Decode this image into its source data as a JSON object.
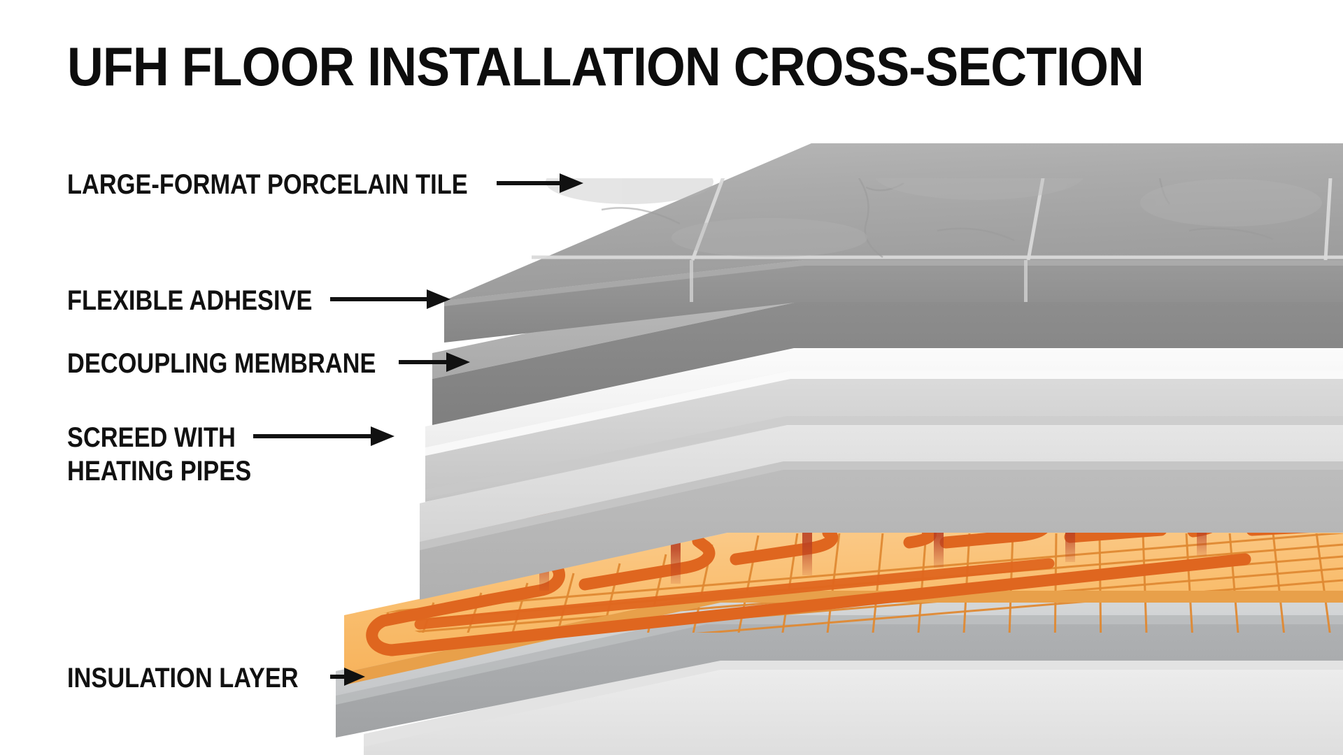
{
  "page": {
    "title": "UFH FLOOR INSTALLATION CROSS-SECTION",
    "background_color": "#ffffff",
    "text_color": "#111111"
  },
  "labels": [
    {
      "id": "tile",
      "line1": "LARGE-FORMAT PORCELAIN TILE",
      "line2": "",
      "arrow": "right-arrow-icon"
    },
    {
      "id": "adhesive",
      "line1": "FLEXIBLE ADHESIVE",
      "line2": "",
      "arrow": "right-arrow-icon"
    },
    {
      "id": "membrane",
      "line1": "DECOUPLING MEMBRANE",
      "line2": "",
      "arrow": "right-arrow-icon"
    },
    {
      "id": "screed",
      "line1": "SCREED WITH",
      "line2": "HEATING PIPES",
      "arrow": "right-arrow-icon"
    },
    {
      "id": "insulation",
      "line1": "INSULATION LAYER",
      "line2": "",
      "arrow": "right-arrow-icon"
    }
  ],
  "layers": [
    {
      "name": "Large-format porcelain tile",
      "top_color": "#a8a8a8",
      "edge_color": "#8f8f8f",
      "grout_color": "#d8d8d8"
    },
    {
      "name": "Flexible adhesive",
      "top_color": "#b4b4b4",
      "edge_color": "#8a8a8a"
    },
    {
      "name": "Decoupling membrane",
      "top_color": "#f4f4f4",
      "edge_color": "#d7d7d7"
    },
    {
      "name": "Screed with heating pipes",
      "top_color": "#dcdcdc",
      "edge_color": "#b7b7b7"
    },
    {
      "name": "Heating mat",
      "top_color": "#f9bf72",
      "grid_color": "#e08a33",
      "pipe_color": "#df661f"
    },
    {
      "name": "Insulation layer",
      "top_color": "#d0d2d3",
      "edge_color": "#a5a7a9"
    },
    {
      "name": "Substrate",
      "top_color": "#e9e9e9",
      "edge_color": "#cfcfcf"
    }
  ],
  "colors": {
    "heat_arrow": "#b93f22",
    "pipe": "#df661f",
    "mat": "#f9bf72",
    "tile": "#a8a8a8",
    "accent_orange": "#e8832e"
  },
  "heat_arrows": {
    "count": 6,
    "direction": "up",
    "meaning": "heat rising from pipes into screed"
  }
}
